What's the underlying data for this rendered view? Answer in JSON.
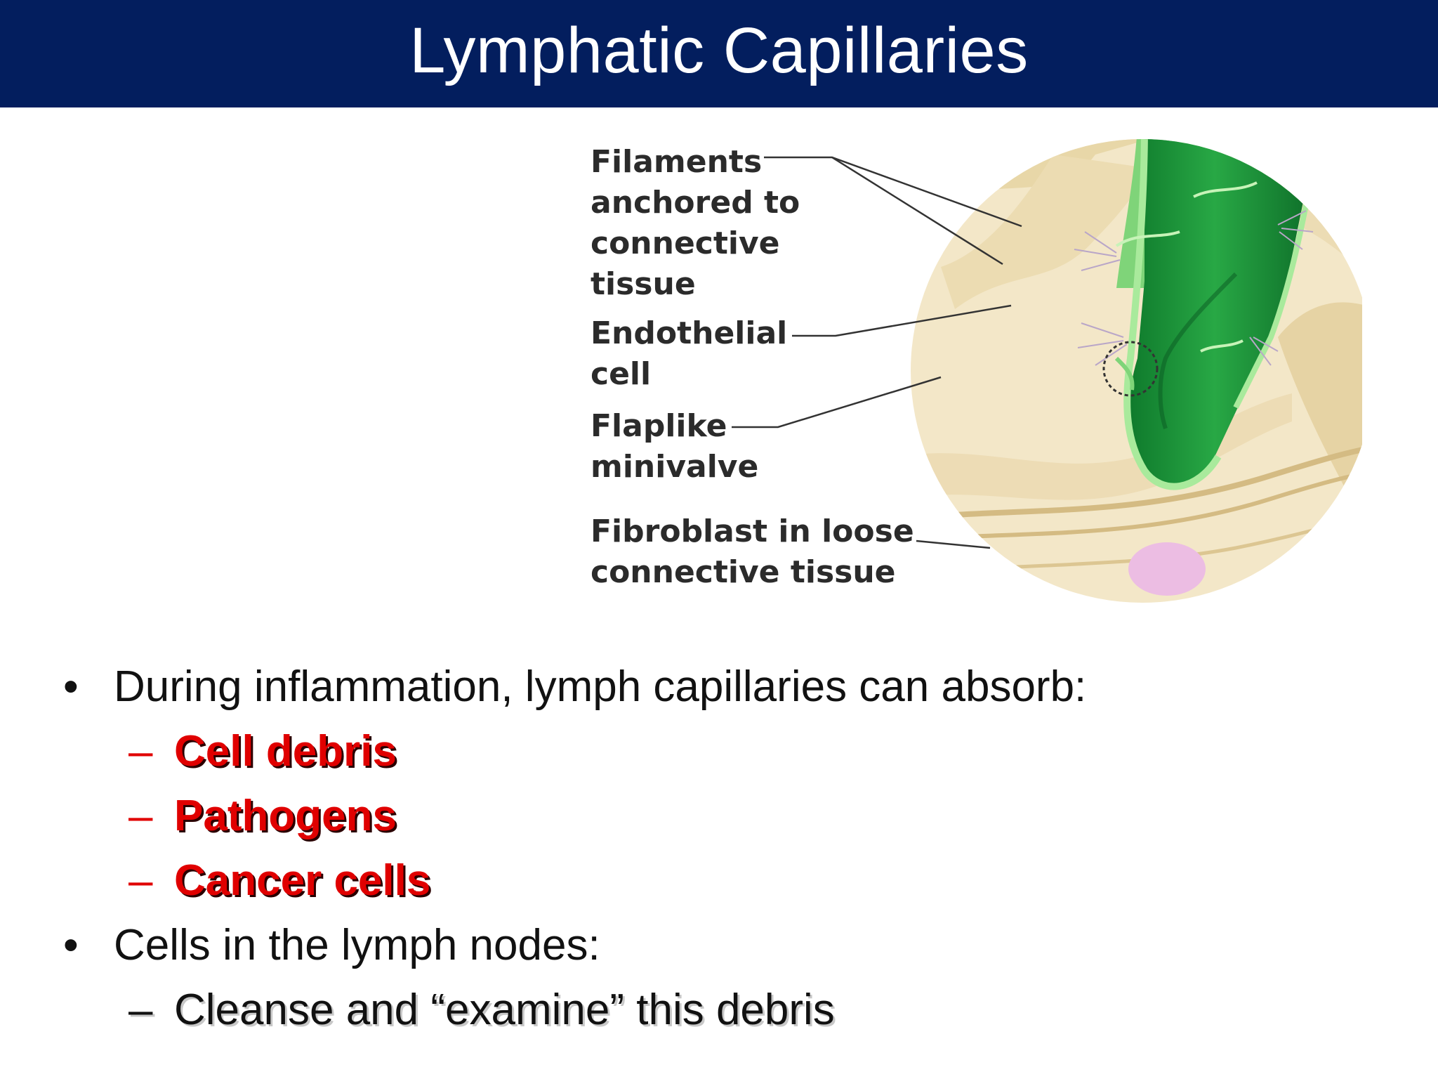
{
  "slide": {
    "title": "Lymphatic Capillaries"
  },
  "figure": {
    "labels": {
      "filaments": "Filaments\nanchored to\nconnective\ntissue",
      "endothelial": "Endothelial\ncell",
      "flaplike": "Flaplike\nminivalve",
      "fibroblast": "Fibroblast in loose\nconnective tissue"
    },
    "colors": {
      "vessel_green": "#1f9a3f",
      "vessel_light": "#8fe08a",
      "tissue_beige": "#f1e4c2",
      "fiber_tan": "#d9c38e",
      "fibroblast_pink": "#e9b8e0"
    }
  },
  "bullets": {
    "main": [
      {
        "marker": "•",
        "text": "During inflammation, lymph capillaries can absorb:"
      },
      {
        "marker": "•",
        "text": "Cells in the lymph nodes:"
      }
    ],
    "sub_absorb": [
      {
        "marker": "–",
        "text": "Cell debris"
      },
      {
        "marker": "–",
        "text": "Pathogens"
      },
      {
        "marker": "–",
        "text": "Cancer cells"
      }
    ],
    "sub_nodes": [
      {
        "marker": "–",
        "text": "Cleanse and “examine” this debris"
      }
    ]
  }
}
